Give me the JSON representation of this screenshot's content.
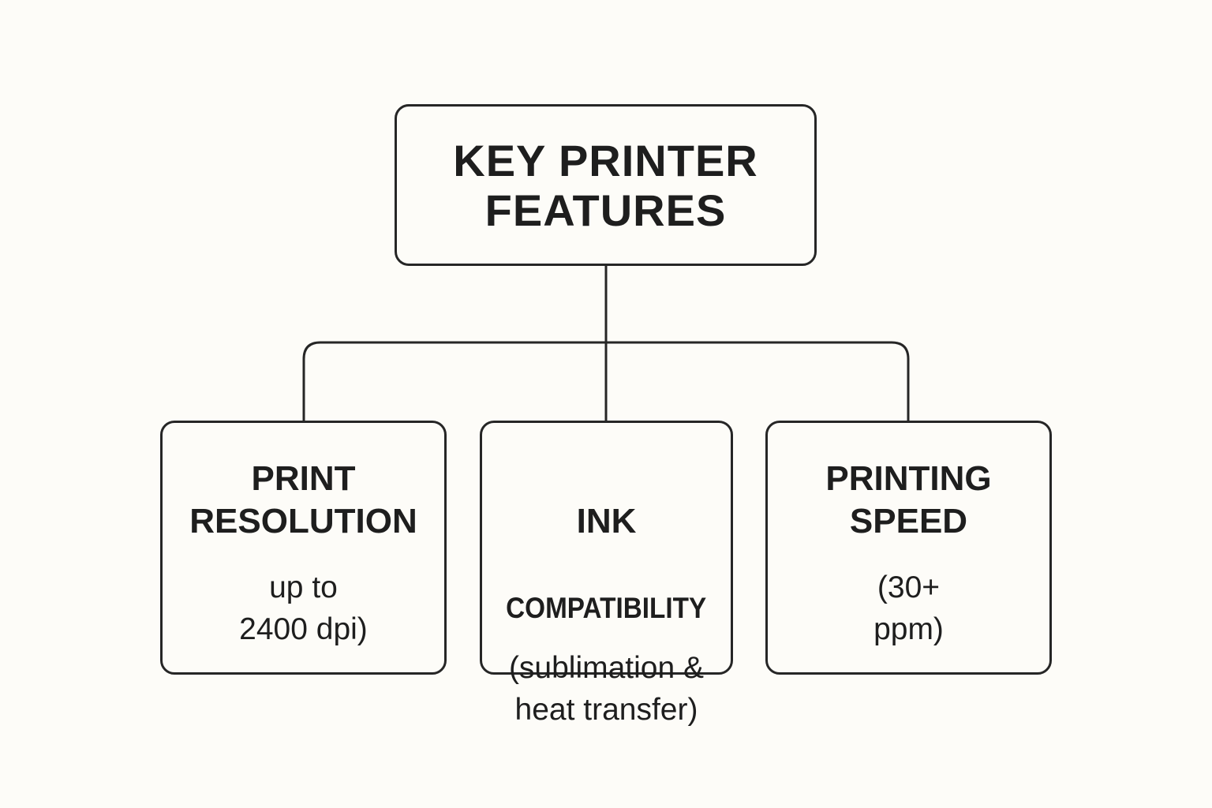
{
  "diagram": {
    "root": {
      "title": "KEY PRINTER\nFEATURES"
    },
    "children": [
      {
        "title": "PRINT\nRESOLUTION",
        "description": "up to\n2400 dpi)"
      },
      {
        "title_line1": "INK",
        "title_line2": "COMPATIBILITY",
        "description": "(sublimation &\nheat transfer)"
      },
      {
        "title": "PRINTING\nSPEED",
        "description": "(30+\nppm)"
      }
    ],
    "colors": {
      "background": "#fdfcf8",
      "stroke": "#262626",
      "text": "#1e1e1e"
    }
  }
}
